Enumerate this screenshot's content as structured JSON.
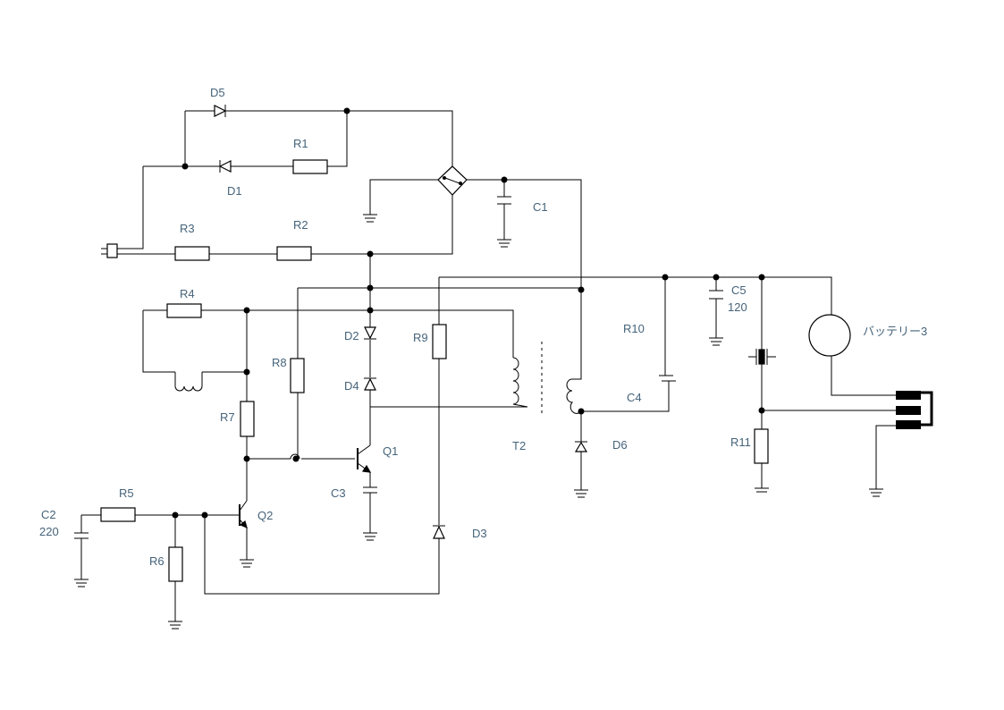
{
  "diagram": {
    "components": {
      "D5": "D5",
      "D1": "D1",
      "R1": "R1",
      "R2": "R2",
      "R3": "R3",
      "C1": "C1",
      "R4": "R4",
      "R8": "R8",
      "R9": "R9",
      "D2": "D2",
      "D4": "D4",
      "R10": "R10",
      "C5": "C5",
      "C5_value": "120",
      "battery": "バッテリー3",
      "C4": "C4",
      "T2": "T2",
      "D6": "D6",
      "R11": "R11",
      "R7": "R7",
      "Q1": "Q1",
      "C3": "C3",
      "C2": "C2",
      "C2_value": "220",
      "R5": "R5",
      "R6": "R6",
      "Q2": "Q2",
      "D3": "D3"
    }
  }
}
